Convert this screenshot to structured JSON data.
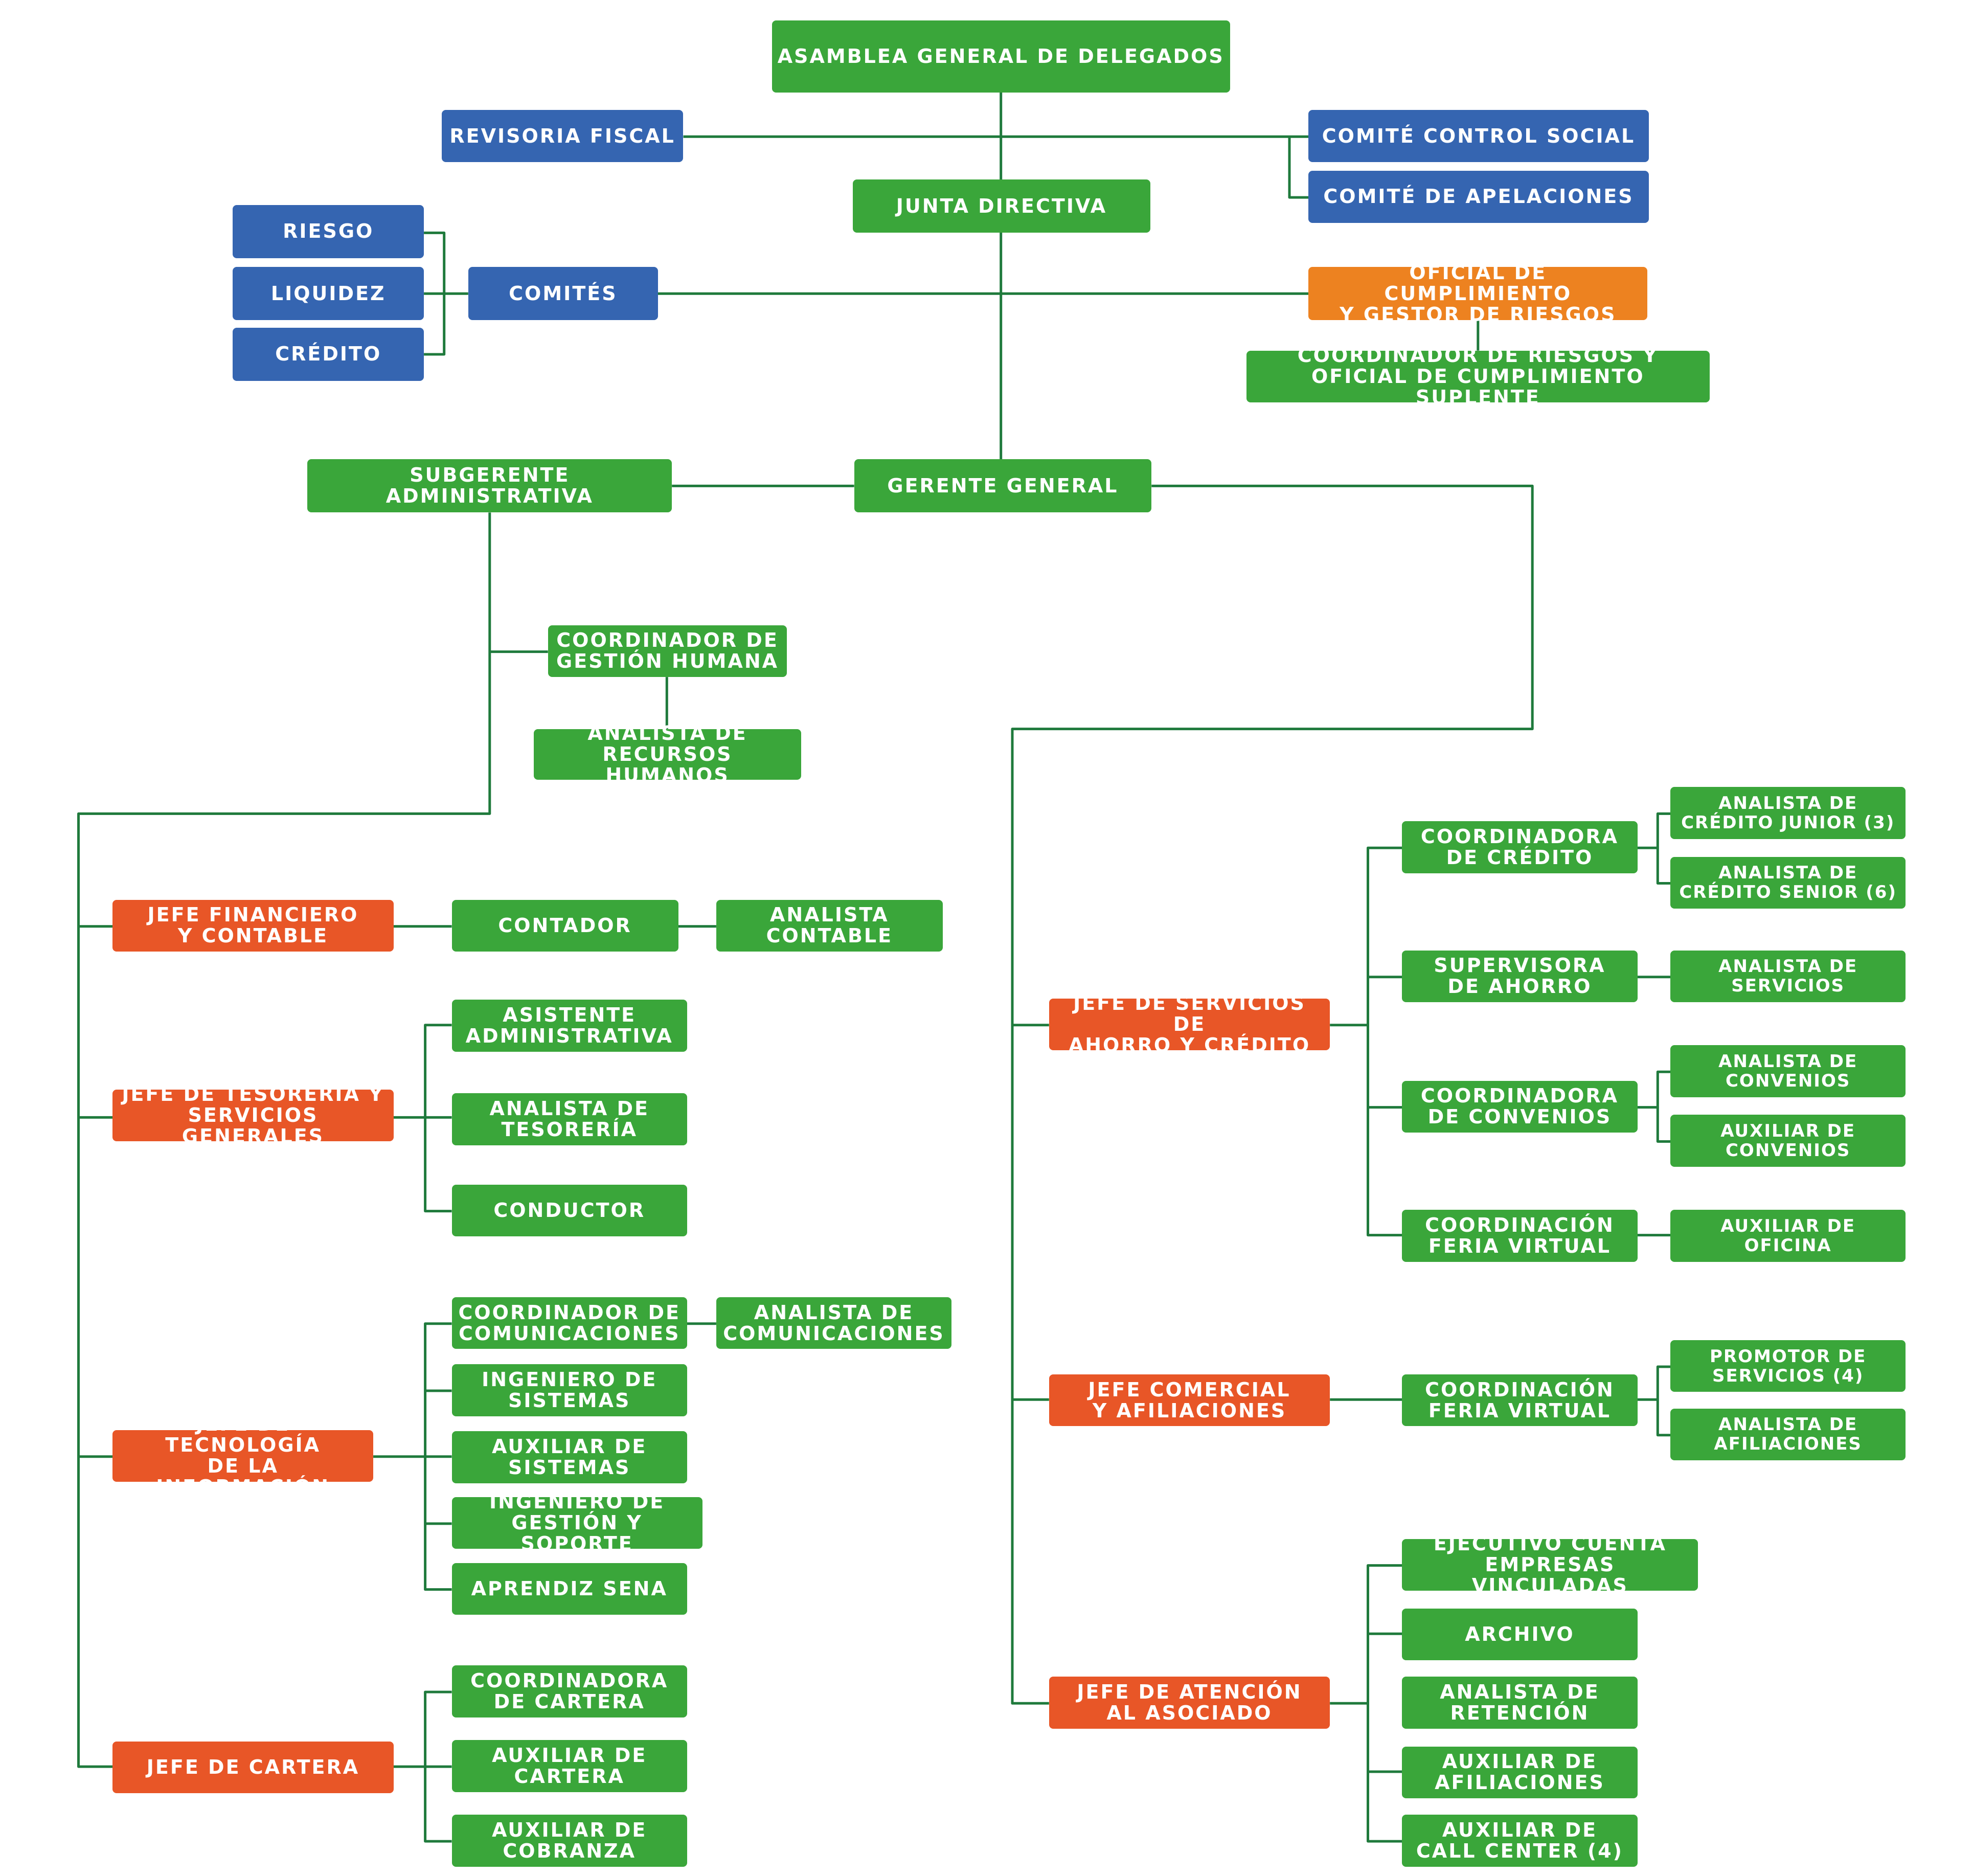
{
  "colors": {
    "green": "#3aa63a",
    "blue": "#3565b1",
    "orange": "#ed8220",
    "red": "#e85627",
    "line": "#1f7a3c"
  },
  "nodes": {
    "asamblea": "ASAMBLEA GENERAL DE DELEGADOS",
    "revisoria": "REVISORIA FISCAL",
    "control_social": "COMITÉ CONTROL SOCIAL",
    "apelaciones": "COMITÉ DE APELACIONES",
    "junta": "JUNTA DIRECTIVA",
    "riesgo": "RIESGO",
    "liquidez": "LIQUIDEZ",
    "credito": "CRÉDITO",
    "comites": "COMITÉS",
    "oficial": "OFICIAL DE CUMPLIMIENTO\nY GESTOR DE RIESGOS",
    "coord_riesgos": "COORDINADOR DE RIESGOS Y\nOFICIAL DE CUMPLIMIENTO SUPLENTE",
    "subgerente": "SUBGERENTE ADMINISTRATIVA",
    "gerente": "GERENTE GENERAL",
    "coord_gh": "COORDINADOR DE\nGESTIÓN HUMANA",
    "analista_rh": "ANALISTA DE\nRECURSOS HUMANOS",
    "jefe_fin": "JEFE FINANCIERO\nY CONTABLE",
    "contador": "CONTADOR",
    "analista_contable": "ANALISTA\nCONTABLE",
    "jefe_tes": "JEFE DE TESORERÍA Y\nSERVICIOS GENERALES",
    "asistente_adm": "ASISTENTE\nADMINISTRATIVA",
    "analista_tes": "ANALISTA DE\nTESORERÍA",
    "conductor": "CONDUCTOR",
    "jefe_ti": "JEFE DE TECNOLOGÍA\nDE LA INFORMACIÓN",
    "coord_com": "COORDINADOR DE\nCOMUNICACIONES",
    "analista_com": "ANALISTA DE\nCOMUNICACIONES",
    "ing_sistemas": "INGENIERO DE\nSISTEMAS",
    "aux_sistemas": "AUXILIAR DE\nSISTEMAS",
    "ing_soporte": "INGENIERO DE\nGESTIÓN Y SOPORTE",
    "aprendiz": "APRENDIZ SENA",
    "jefe_cartera": "JEFE DE CARTERA",
    "coord_cartera": "COORDINADORA\nDE CARTERA",
    "aux_cartera": "AUXILIAR DE\nCARTERA",
    "aux_cobranza": "AUXILIAR DE\nCOBRANZA",
    "jefe_ahorro": "JEFE DE SERVICIOS DE\nAHORRO Y CRÉDITO",
    "coord_credito": "COORDINADORA\nDE CRÉDITO",
    "an_cred_junior": "ANALISTA DE\nCRÉDITO JUNIOR (3)",
    "an_cred_senior": "ANALISTA DE\nCRÉDITO SENIOR (6)",
    "sup_ahorro": "SUPERVISORA\nDE AHORRO",
    "an_servicios": "ANALISTA DE\nSERVICIOS",
    "coord_convenios": "COORDINADORA\nDE CONVENIOS",
    "an_convenios": "ANALISTA DE\nCONVENIOS",
    "aux_convenios": "AUXILIAR DE\nCONVENIOS",
    "coord_feria_1": "COORDINACIÓN\nFERIA VIRTUAL",
    "aux_oficina": "AUXILIAR DE\nOFICINA",
    "jefe_comercial": "JEFE COMERCIAL\nY AFILIACIONES",
    "coord_feria_2": "COORDINACIÓN\nFERIA VIRTUAL",
    "promotor": "PROMOTOR DE\nSERVICIOS (4)",
    "an_afiliaciones": "ANALISTA DE\nAFILIACIONES",
    "jefe_atencion": "JEFE DE ATENCIÓN\nAL ASOCIADO",
    "ejecutivo": "EJECUTIVO CUENTA\nEMPRESAS VINCULADAS",
    "archivo": "ARCHIVO",
    "an_retencion": "ANALISTA DE\nRETENCIÓN",
    "aux_afiliaciones": "AUXILIAR DE\nAFILIACIONES",
    "aux_callcenter": "AUXILIAR DE\nCALL CENTER (4)"
  }
}
